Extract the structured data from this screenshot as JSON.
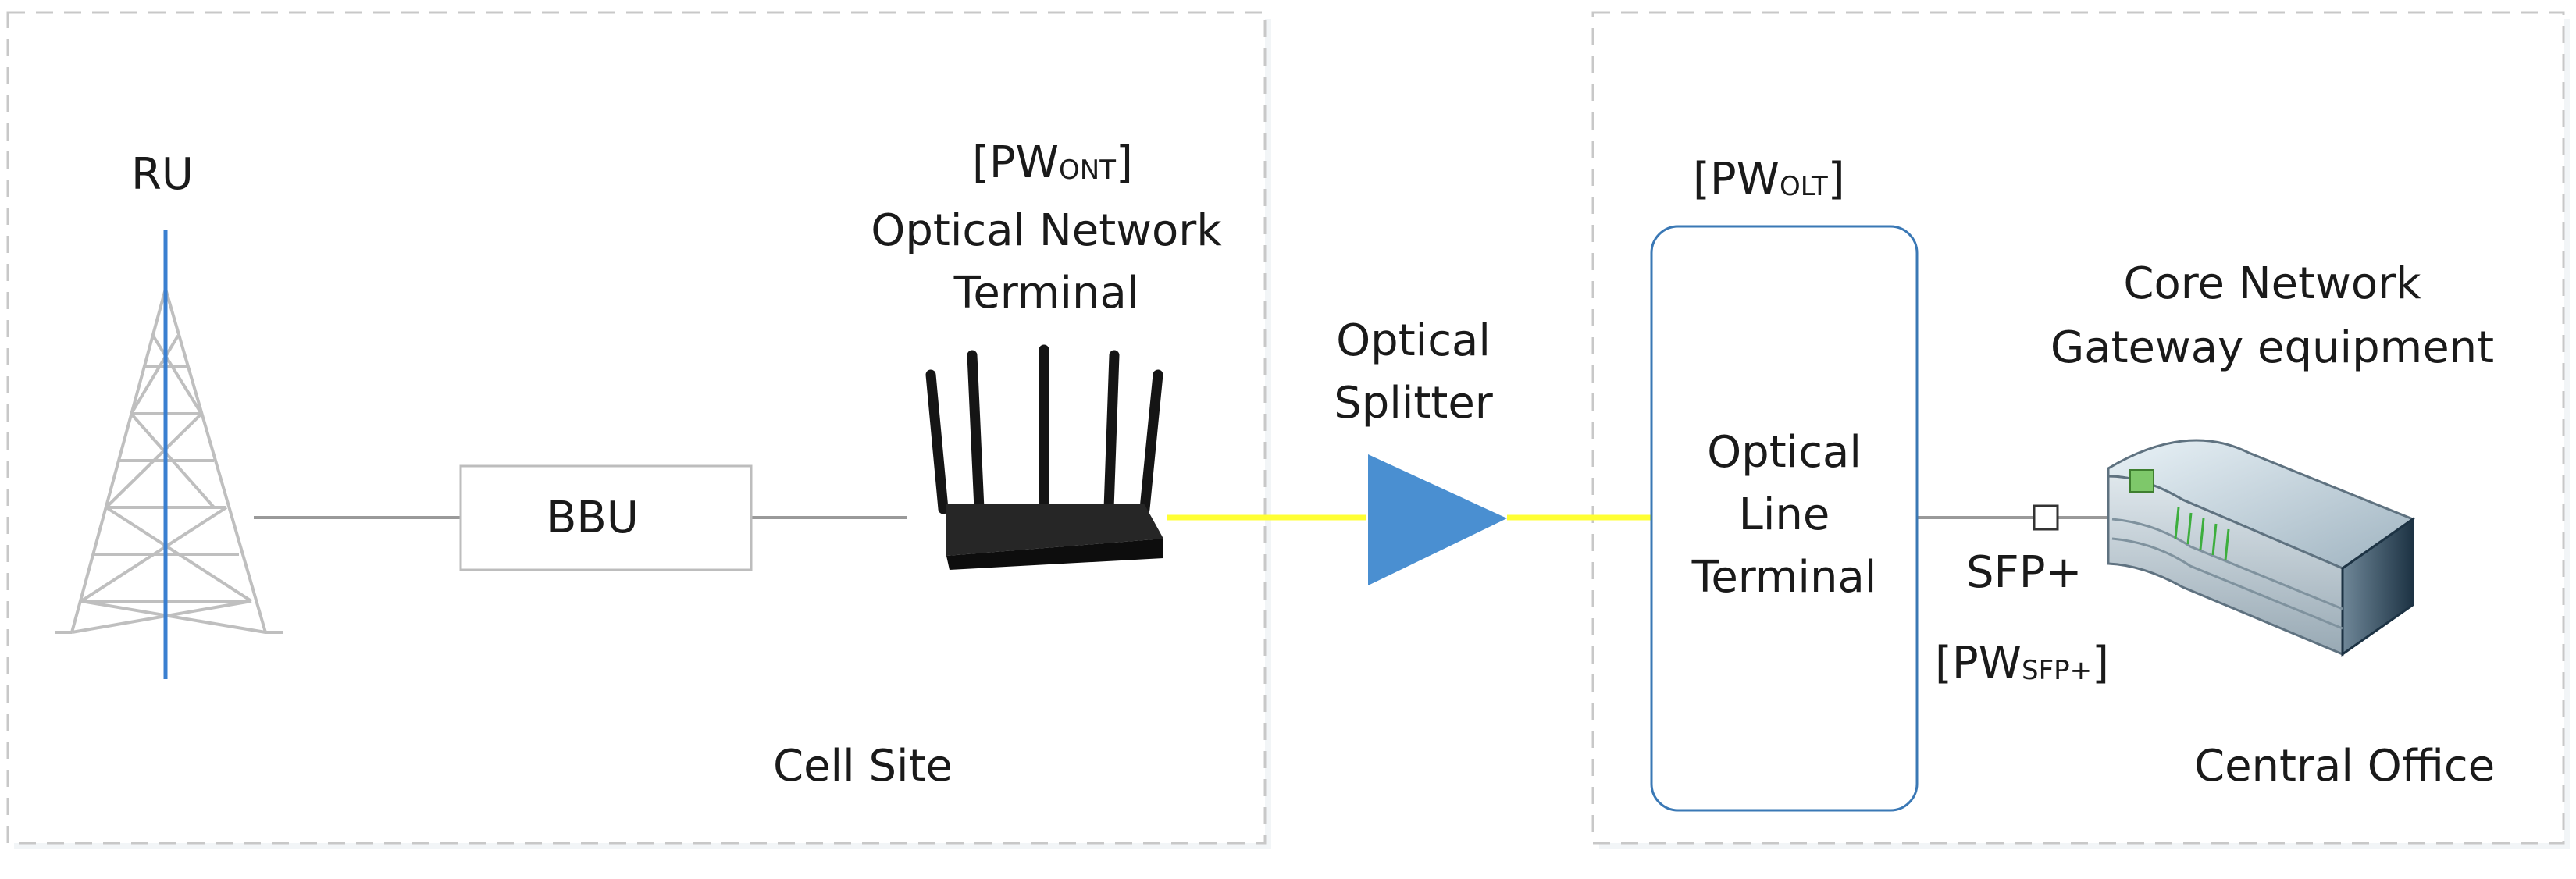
{
  "cell_site": {
    "area_label": "Cell Site",
    "ru_label": "RU",
    "bbu_label": "BBU",
    "ont": {
      "pw_bracket_open": "[PW",
      "pw_sub": "ONT",
      "pw_bracket_close": "]",
      "name_line1": "Optical Network",
      "name_line2": "Terminal"
    }
  },
  "splitter": {
    "name_line1": "Optical",
    "name_line2": "Splitter",
    "color": "#4a8fd1"
  },
  "central_office": {
    "area_label": "Central Office",
    "olt": {
      "pw_bracket_open": "[PW",
      "pw_sub": "OLT",
      "pw_bracket_close": "]",
      "name_line1": "Optical",
      "name_line2": "Line",
      "name_line3": "Terminal"
    },
    "sfp": {
      "label": "SFP+",
      "pw_bracket_open": "[PW",
      "pw_sub": "SFP+",
      "pw_bracket_close": "]"
    },
    "core": {
      "name_line1": "Core Network",
      "name_line2": "Gateway equipment"
    }
  },
  "colors": {
    "fiber": "#ffff33",
    "wire": "#9a9a9a",
    "antenna": "#3a7fd0",
    "dashed_border": "#c8c8c8"
  }
}
